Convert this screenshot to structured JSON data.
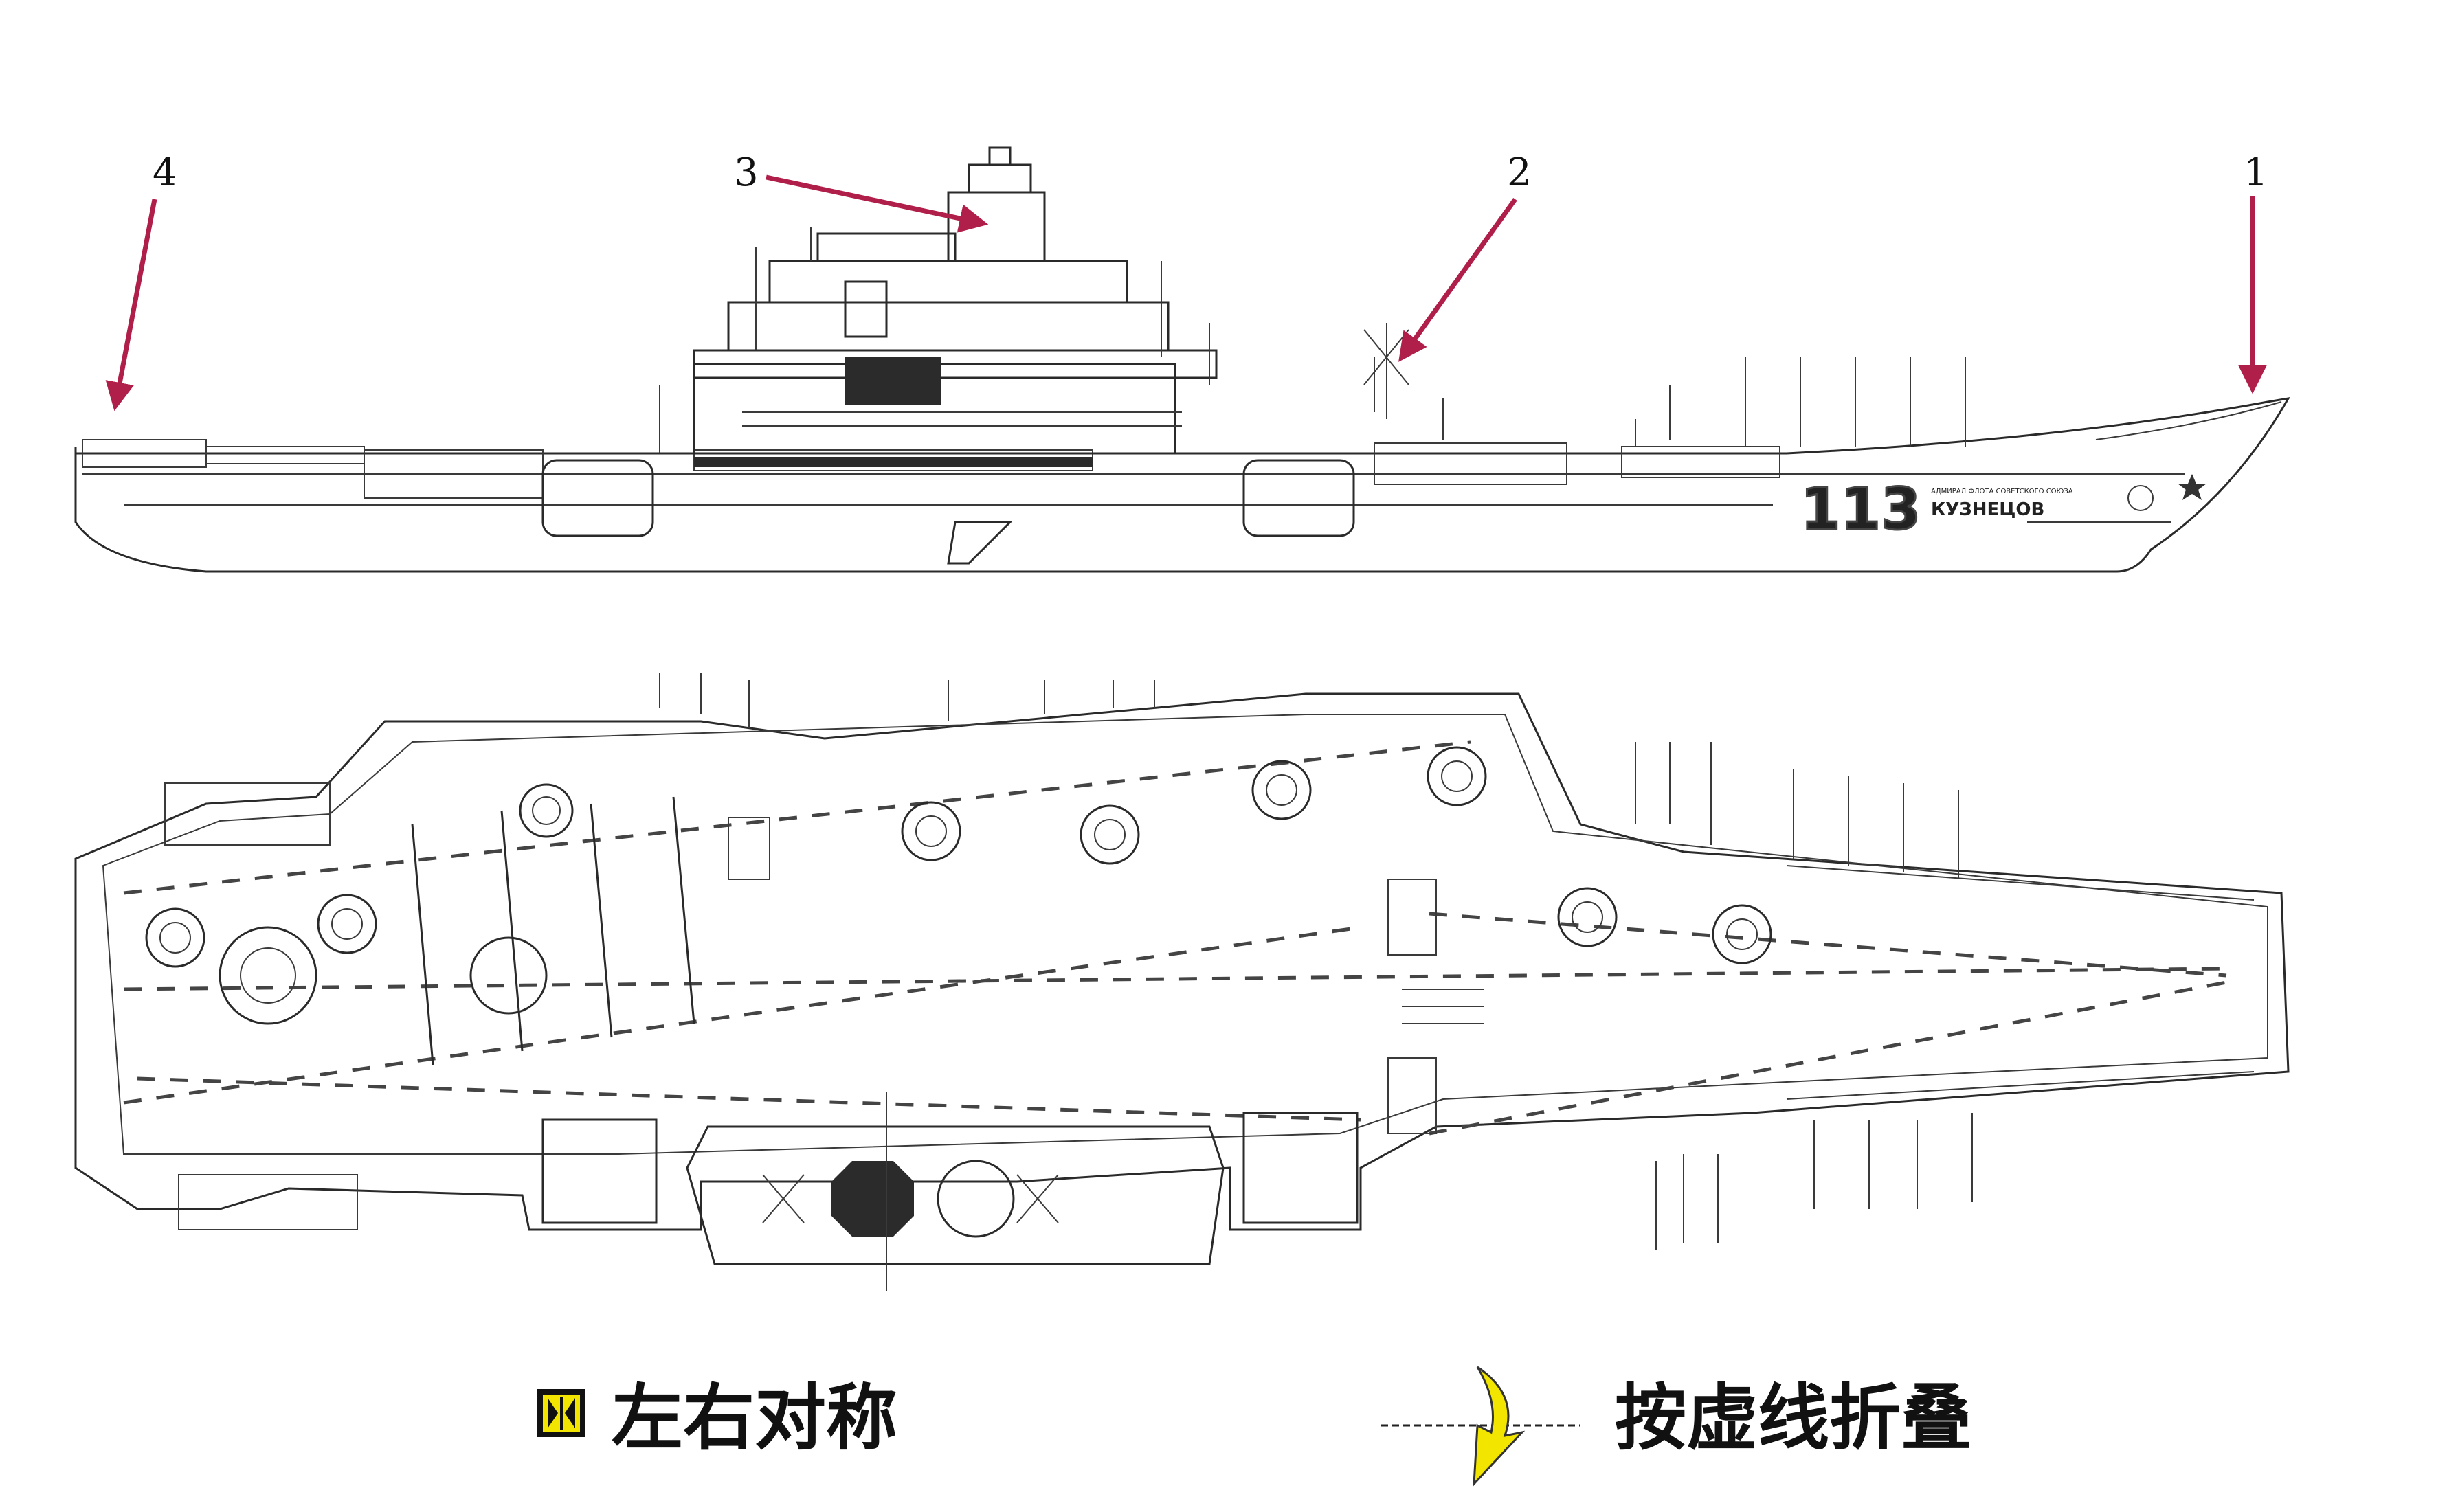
{
  "callouts": [
    {
      "number": "1"
    },
    {
      "number": "2"
    },
    {
      "number": "3"
    },
    {
      "number": "4"
    }
  ],
  "ship": {
    "hull_number": "113",
    "hull_name": "КУЗНЕЦОВ",
    "hull_subtitle": "АДМИРАЛ ФЛОТА СОВЕТСКОГО СОЮЗА"
  },
  "legend": {
    "symmetric_label": "左右对称",
    "fold_label": "按虚线折叠"
  },
  "colors": {
    "callout_arrow": "#b01e4a",
    "symmetric_icon_bg": "#f2e600",
    "fold_arrow": "#f2e600",
    "line": "#2a2a2a"
  }
}
